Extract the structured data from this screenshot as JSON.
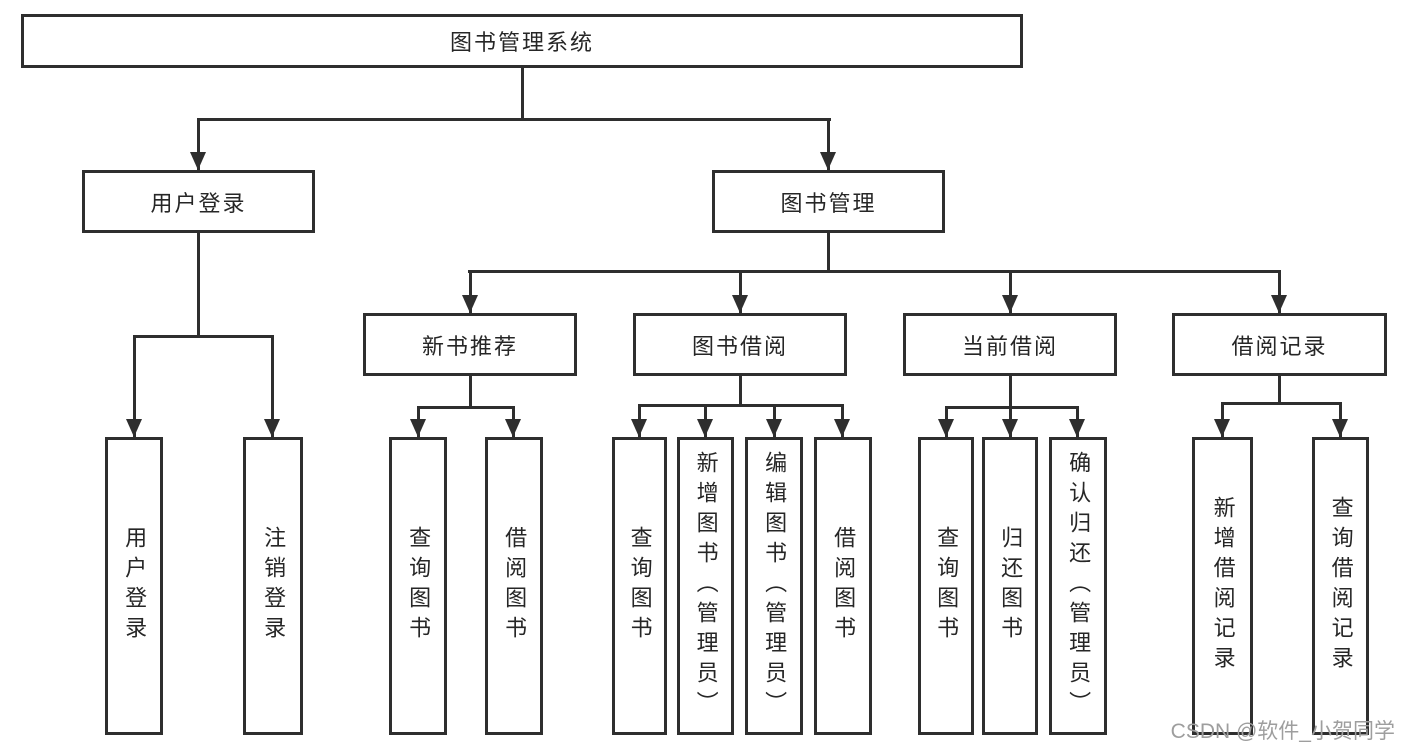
{
  "colors": {
    "line": "#2e2e2e",
    "text": "#262626",
    "watermark": "#9e9e9e",
    "background": "#ffffff"
  },
  "nodes": {
    "root": "图书管理系统",
    "userLogin": "用户登录",
    "bookMgmt": "图书管理",
    "newBookRec": "新书推荐",
    "bookBorrow": "图书借阅",
    "currentBorrow": "当前借阅",
    "borrowRecords": "借阅记录",
    "leafUserLogin": "用户登录",
    "leafLogout": "注销登录",
    "leafQueryBooksRec": "查询图书",
    "leafBorrowBooksRec": "借阅图书",
    "leafQueryBooksBorrow": "查询图书",
    "leafAddBooksAdmin": "新增图书（管理员）",
    "leafEditBooksAdmin": "编辑图书（管理员）",
    "leafBorrowBooksBorrow": "借阅图书",
    "leafQueryBooksCurrent": "查询图书",
    "leafReturnBooks": "归还图书",
    "leafConfirmReturnAdmin": "确认归还（管理员）",
    "leafAddBorrowRecord": "新增借阅记录",
    "leafQueryBorrowRecord": "查询借阅记录"
  },
  "watermark": "CSDN @软件_小贺同学"
}
